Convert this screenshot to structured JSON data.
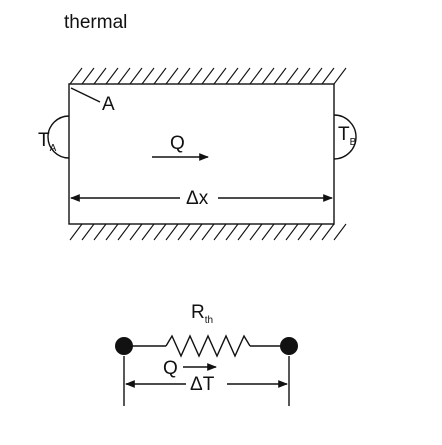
{
  "title": "thermal",
  "slab": {
    "area_label": "A",
    "heat_flow_label": "Q",
    "thickness_label": "Δx",
    "left_temp": {
      "symbol": "T",
      "subscript": "A"
    },
    "right_temp": {
      "symbol": "T",
      "subscript": "B"
    }
  },
  "circuit": {
    "resistor": {
      "symbol": "R",
      "subscript": "th"
    },
    "heat_flow_label": "Q",
    "delta_label": "ΔT"
  },
  "colors": {
    "ink": "#111111",
    "background": "#ffffff"
  }
}
